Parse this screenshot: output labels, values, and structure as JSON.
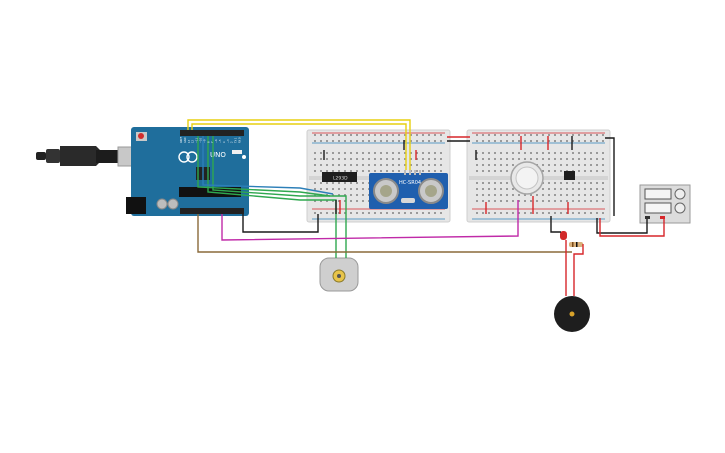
{
  "arduino": {
    "model_label": "UNO",
    "pin_labels": [
      "AREF",
      "GND",
      "13",
      "12",
      "~11",
      "~10",
      "~9",
      "8",
      "7",
      "~6",
      "~5",
      "4",
      "~3",
      "2",
      "TX 1",
      "RX 0"
    ]
  },
  "ic_chip": {
    "label": "L293D"
  },
  "ultrasonic": {
    "label": "HC-SR04"
  },
  "colors": {
    "board_blue": "#1f6e9c",
    "breadboard": "#e6e6e6",
    "wire_yellow": "#e7cf10",
    "wire_green": "#2fa84f",
    "wire_blue": "#2c7fb8",
    "wire_magenta": "#c02aa8",
    "wire_brown": "#8a6a3a",
    "wire_red": "#d7262a",
    "wire_black": "#1a1a1a"
  },
  "icons": [
    "usb-cable-icon",
    "dc-motor-icon",
    "gas-sensor-icon",
    "buzzer-icon",
    "power-supply-icon",
    "led-icon",
    "resistor-icon"
  ]
}
